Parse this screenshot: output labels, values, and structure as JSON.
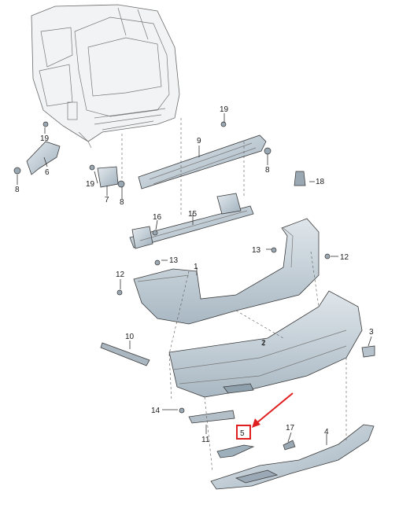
{
  "labels": {
    "p1": "1",
    "p2": "2",
    "p3": "3",
    "p4": "4",
    "p5": "5",
    "p6": "6",
    "p7": "7",
    "p8a": "8",
    "p8b": "8",
    "p8c": "8",
    "p9": "9",
    "p10": "10",
    "p11": "11",
    "p12a": "12",
    "p12b": "12",
    "p13a": "13",
    "p13b": "13",
    "p14": "14",
    "p15": "15",
    "p16": "16",
    "p17": "17",
    "p18": "18",
    "p19a": "19",
    "p19b": "19",
    "p19c": "19"
  },
  "highlight": {
    "part": "5",
    "box_color": "#e02020",
    "arrow_color": "#e02020"
  },
  "colors": {
    "part_fill": "#c9d3db",
    "part_dark": "#9fb0bd",
    "car_fill": "#f2f3f4"
  }
}
